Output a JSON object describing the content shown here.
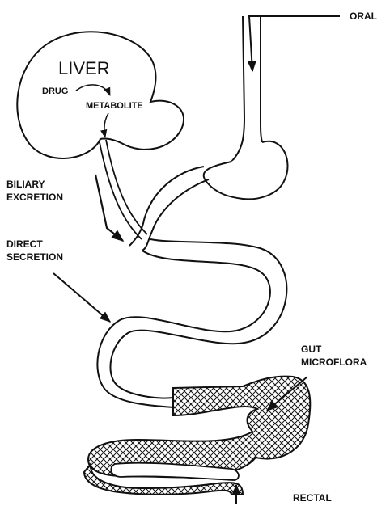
{
  "labels": {
    "liver": "LIVER",
    "drug": "DRUG",
    "metabolite": "METABOLITE",
    "oral": "ORAL",
    "biliary_line1": "BILIARY",
    "biliary_line2": "EXCRETION",
    "direct_line1": "DIRECT",
    "direct_line2": "SECRETION",
    "gut_line1": "GUT",
    "gut_line2": "MICROFLORA",
    "rectal": "RECTAL"
  },
  "colors": {
    "ink": "#111111",
    "background": "#ffffff"
  }
}
